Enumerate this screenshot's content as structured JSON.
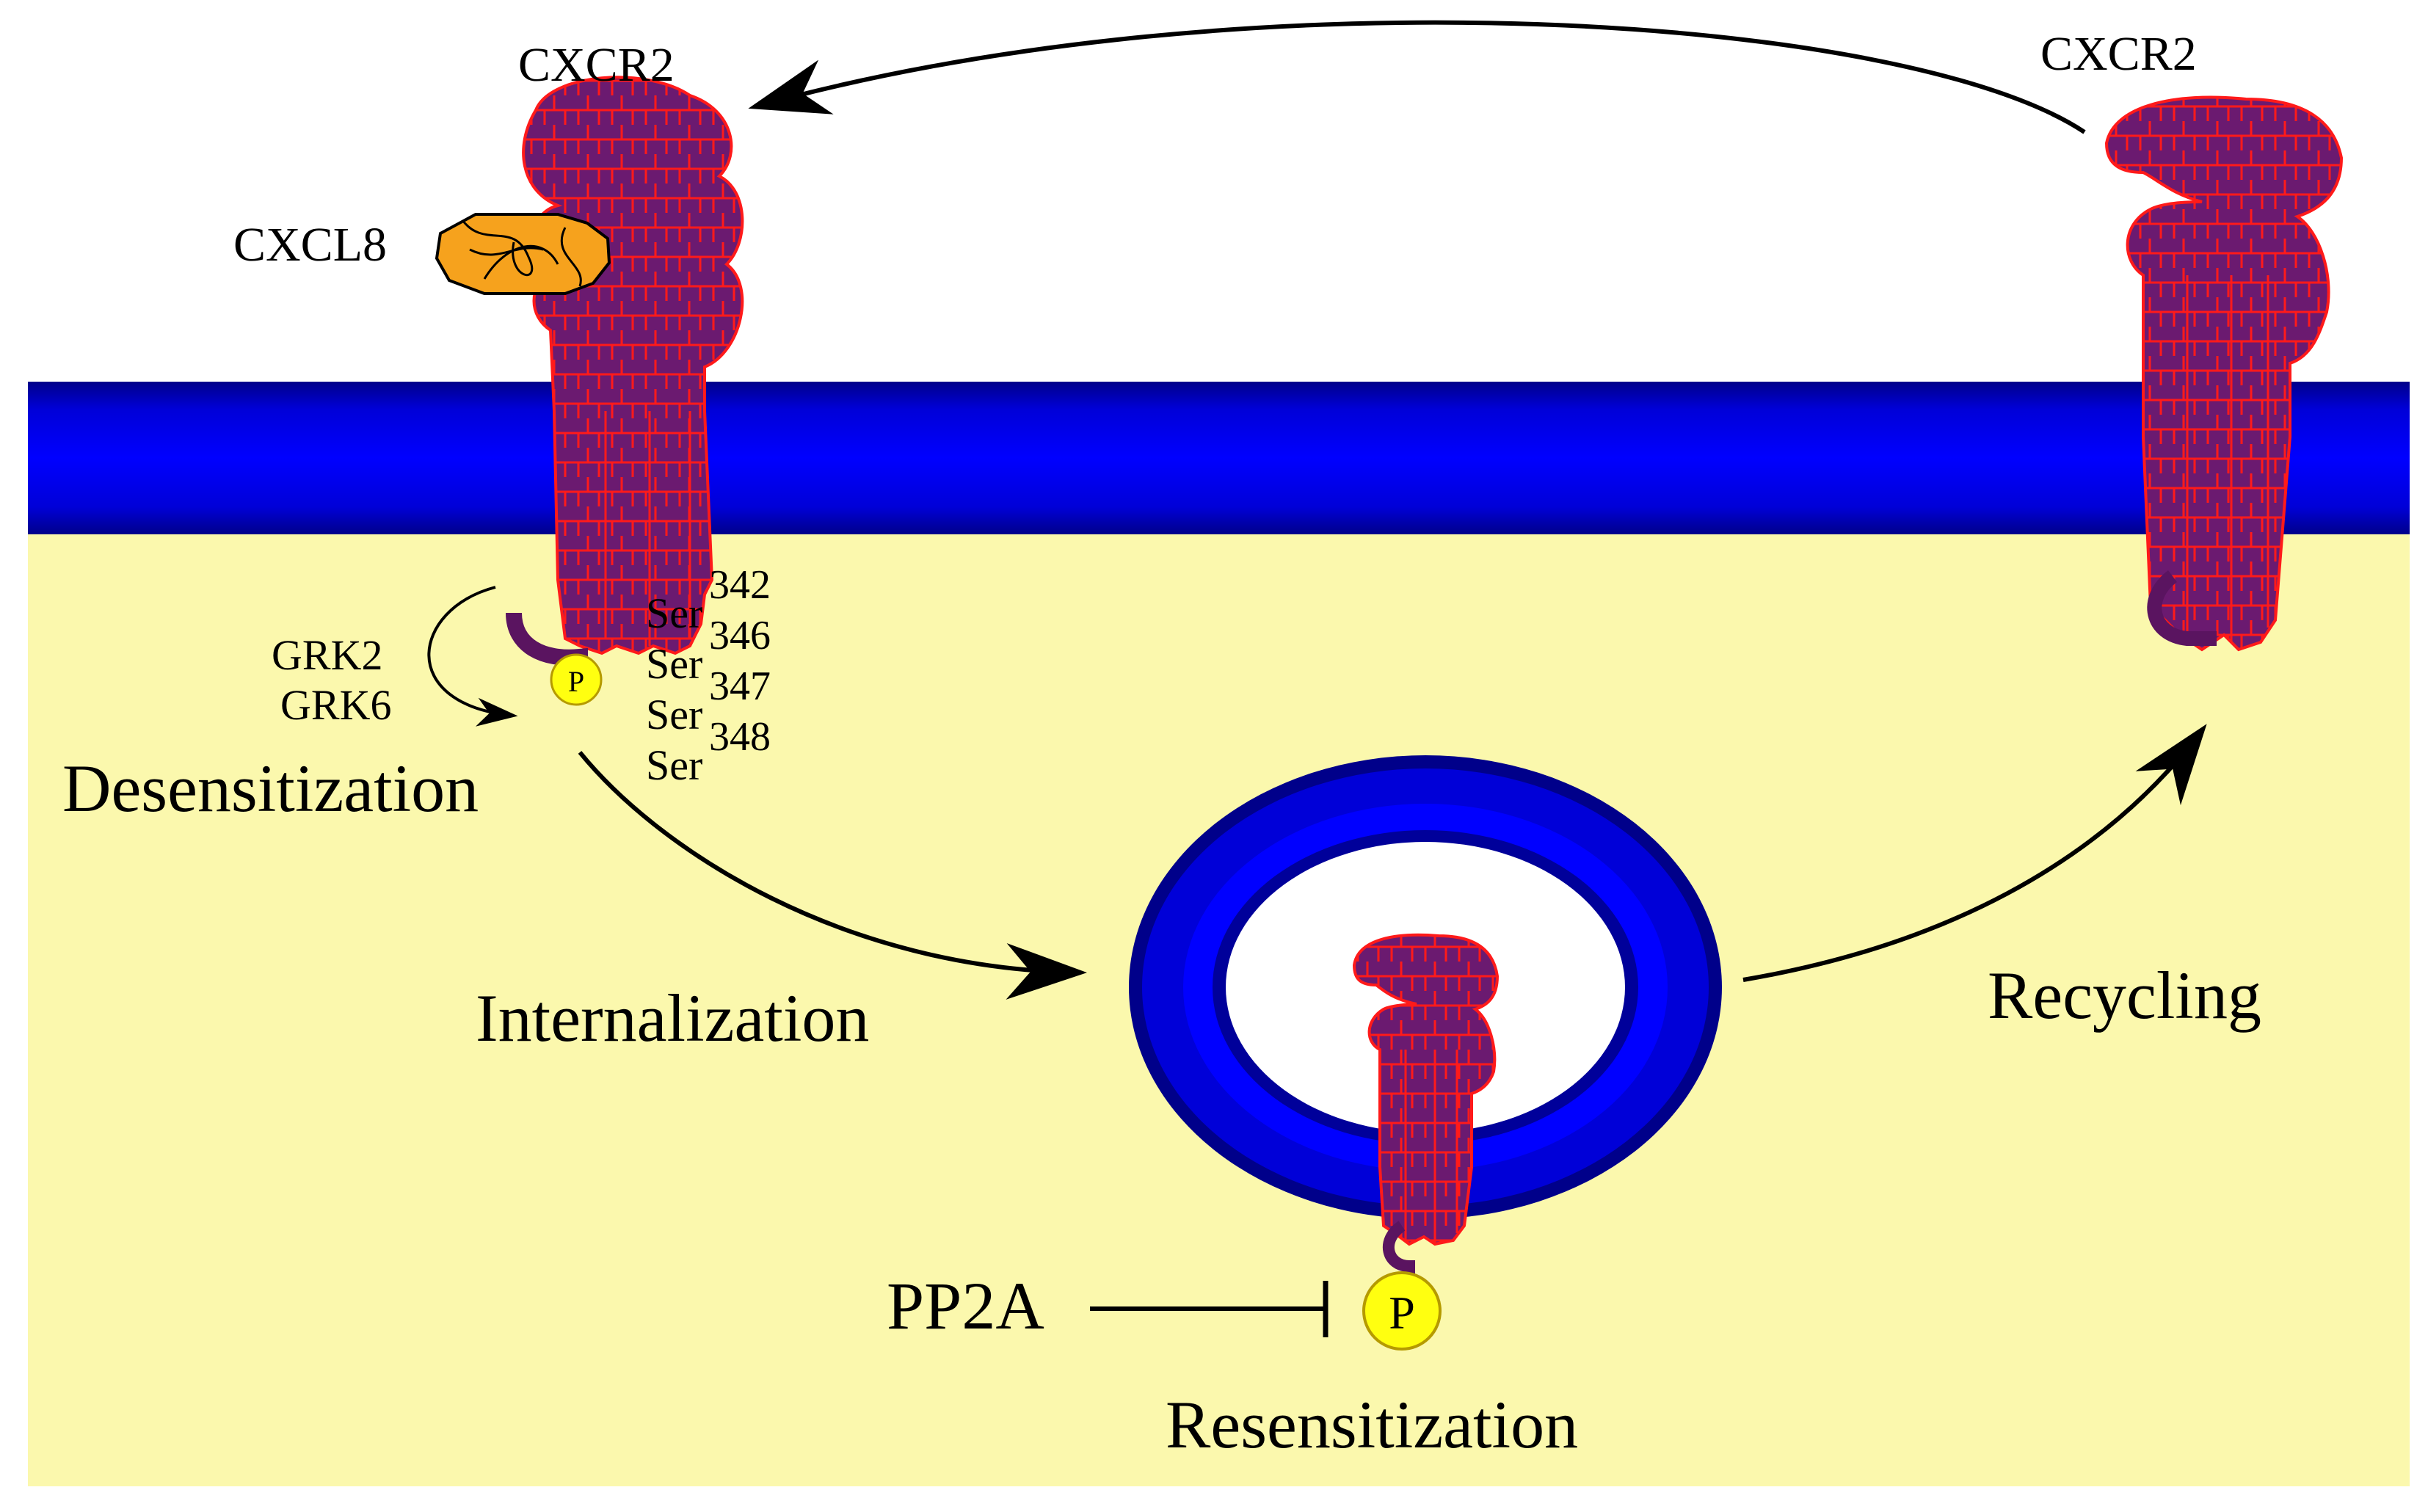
{
  "labels": {
    "receptor_top_left": "CXCR2",
    "receptor_top_right": "CXCR2",
    "ligand": "CXCL8",
    "kinase_1": "GRK2",
    "kinase_2": "GRK6",
    "phospho_small": "P",
    "phospho_large": "P",
    "phosphatase": "PP2A",
    "step_desensitization": "Desensitization",
    "step_internalization": "Internalization",
    "step_recycling": "Recycling",
    "step_resensitization": "Resensitization"
  },
  "residues": [
    {
      "base": "Ser",
      "num": "342"
    },
    {
      "base": "Ser",
      "num": "346"
    },
    {
      "base": "Ser",
      "num": "347"
    },
    {
      "base": "Ser",
      "num": "348"
    }
  ],
  "colors": {
    "extracellular": "#ffffff",
    "cytoplasm": "#fbf8ad",
    "membrane_core": "#0000f0",
    "membrane_edge": "#00008c",
    "receptor_fill": "#6a1a6e",
    "receptor_outline": "#ff1010",
    "ligand_fill": "#f6a21d",
    "phospho_fill": "#ffff10",
    "arrow": "#000000"
  },
  "icons": {
    "receptor": "cxcr2-protein-icon",
    "ligand": "cxcl8-chemokine-icon",
    "phosphate": "phosphate-circle-icon",
    "vesicle": "endosome-vesicle-icon"
  }
}
